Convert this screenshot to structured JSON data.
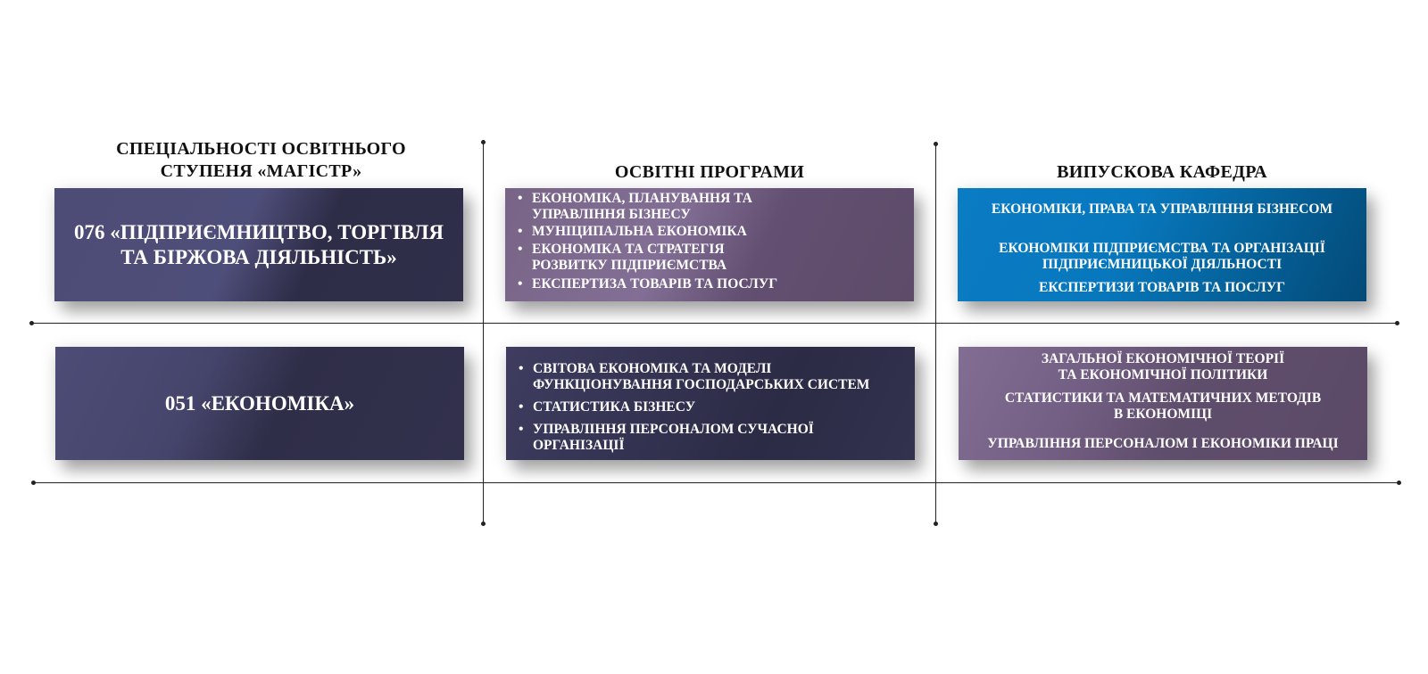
{
  "headers": {
    "specialty": "СПЕЦІАЛЬНОСТІ ОСВІТНЬОГО\nСТУПЕНЯ «МАГІСТР»",
    "programs": "ОСВІТНІ ПРОГРАМИ",
    "department": "ВИПУСКОВА КАФЕДРА"
  },
  "rows": [
    {
      "specialty": "076 «ПІДПРИЄМНИЦТВО, ТОРГІВЛЯ\nТА БІРЖОВА ДІЯЛЬНІСТЬ»",
      "programs": [
        "ЕКОНОМІКА, ПЛАНУВАННЯ ТА\nУПРАВЛІННЯ БІЗНЕСУ",
        "МУНІЦИПАЛЬНА ЕКОНОМІКА",
        "ЕКОНОМІКА ТА СТРАТЕГІЯ\nРОЗВИТКУ ПІДПРИЄМСТВА",
        "ЕКСПЕРТИЗА ТОВАРІВ ТА ПОСЛУГ"
      ],
      "departments": [
        "ЕКОНОМІКИ, ПРАВА ТА УПРАВЛІННЯ БІЗНЕСОМ",
        "ЕКОНОМІКИ ПІДПРИЄМСТВА ТА ОРГАНІЗАЦІЇ\nПІДПРИЄМНИЦЬКОЇ ДІЯЛЬНОСТІ",
        "ЕКСПЕРТИЗИ ТОВАРІВ ТА ПОСЛУГ"
      ]
    },
    {
      "specialty": "051 «ЕКОНОМІКА»",
      "programs": [
        "СВІТОВА ЕКОНОМІКА ТА МОДЕЛІ\nФУНКЦІОНУВАННЯ ГОСПОДАРСЬКИХ СИСТЕМ",
        "СТАТИСТИКА БІЗНЕСУ",
        "УПРАВЛІННЯ ПЕРСОНАЛОМ СУЧАСНОЇ\nОРГАНІЗАЦІЇ"
      ],
      "departments": [
        "ЗАГАЛЬНОЇ ЕКОНОМІЧНОЇ ТЕОРІЇ\nТА ЕКОНОМІЧНОЇ ПОЛІТИКИ",
        "СТАТИСТИКИ ТА МАТЕМАТИЧНИХ МЕТОДІВ\nВ ЕКОНОМІЦІ",
        "УПРАВЛІННЯ ПЕРСОНАЛОМ І ЕКОНОМІКИ ПРАЦІ"
      ]
    }
  ],
  "colors": {
    "navy": "#4c4c76",
    "purple": "#836f95",
    "blue": "#0878be",
    "dark_navy": "#2e2d48"
  }
}
